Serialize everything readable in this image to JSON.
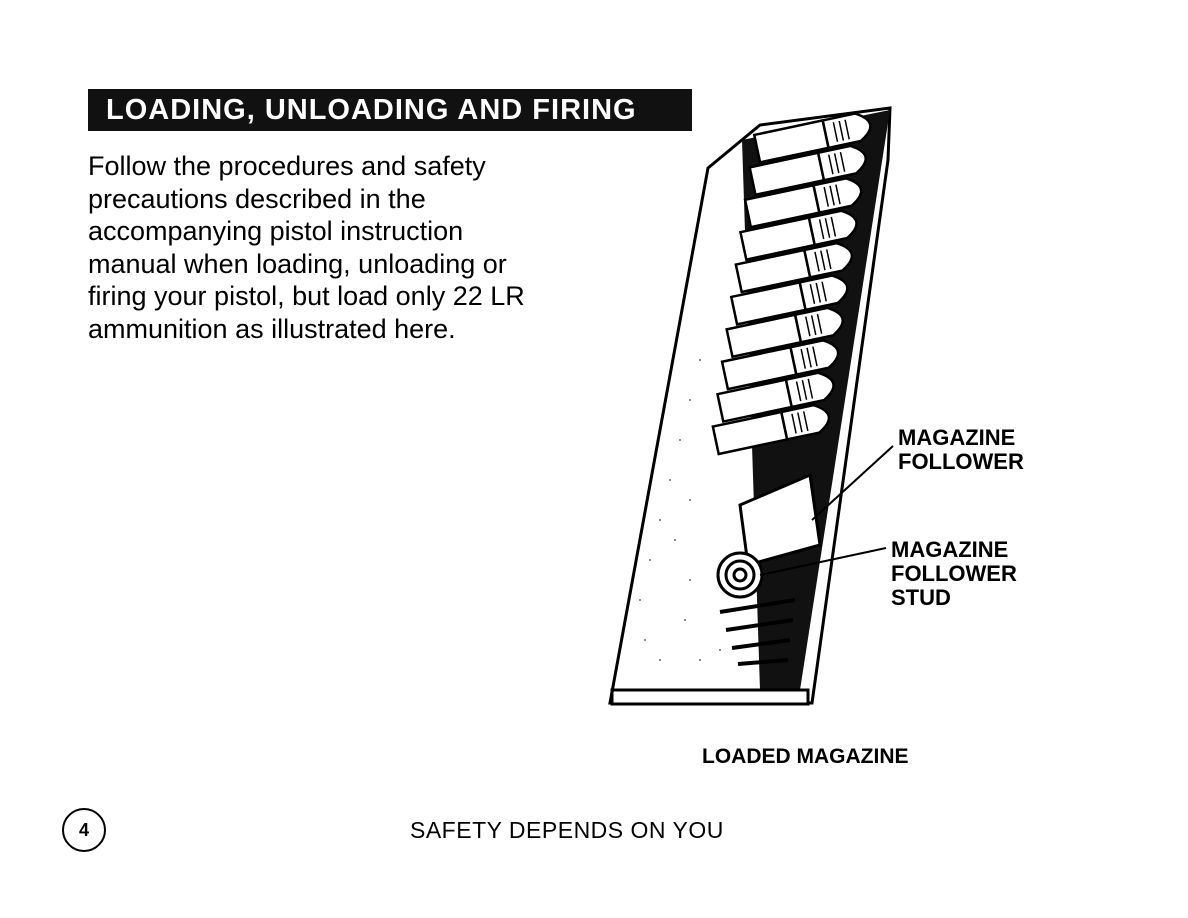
{
  "heading": "LOADING, UNLOADING AND FIRING",
  "body_lines": [
    "Follow  the procedures and safety",
    "precautions described in the",
    "accompanying pistol instruction",
    "manual when loading, unloading or",
    "firing your pistol, but load only 22 LR",
    "ammunition as illustrated here."
  ],
  "callouts": {
    "follower": [
      "MAGAZINE",
      "FOLLOWER"
    ],
    "follower_stud": [
      "MAGAZINE",
      "FOLLOWER",
      "STUD"
    ]
  },
  "caption": "LOADED MAGAZINE",
  "page_number": "4",
  "footer": "SAFETY DEPENDS ON YOU",
  "rounds_shown": 10
}
